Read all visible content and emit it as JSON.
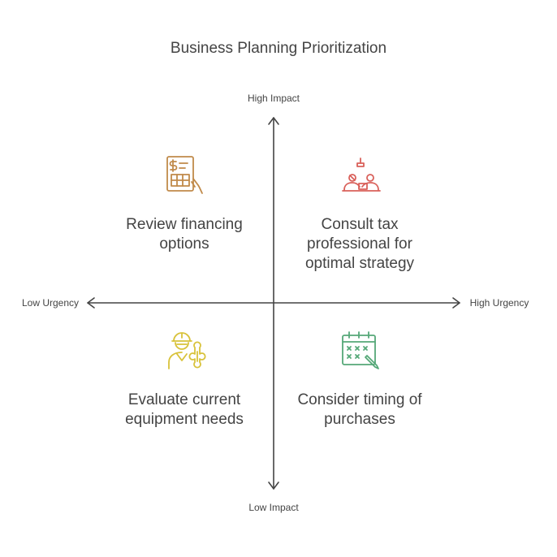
{
  "title": "Business Planning Prioritization",
  "axes": {
    "y_top": "High Impact",
    "y_bottom": "Low Impact",
    "x_left": "Low Urgency",
    "x_right": "High Urgency"
  },
  "quadrants": {
    "top_left": {
      "label": "Review financing options",
      "icon": "financial-document-icon",
      "color": "#C08A4A"
    },
    "top_right": {
      "label": "Consult tax professional for optimal strategy",
      "icon": "meeting-consultation-icon",
      "color": "#D9605A"
    },
    "bottom_left": {
      "label": "Evaluate current equipment needs",
      "icon": "worker-wrench-icon",
      "color": "#D8C23A"
    },
    "bottom_right": {
      "label": "Consider timing of purchases",
      "icon": "calendar-schedule-icon",
      "color": "#55A878"
    }
  },
  "colors": {
    "axis": "#444444",
    "text": "#444444"
  }
}
